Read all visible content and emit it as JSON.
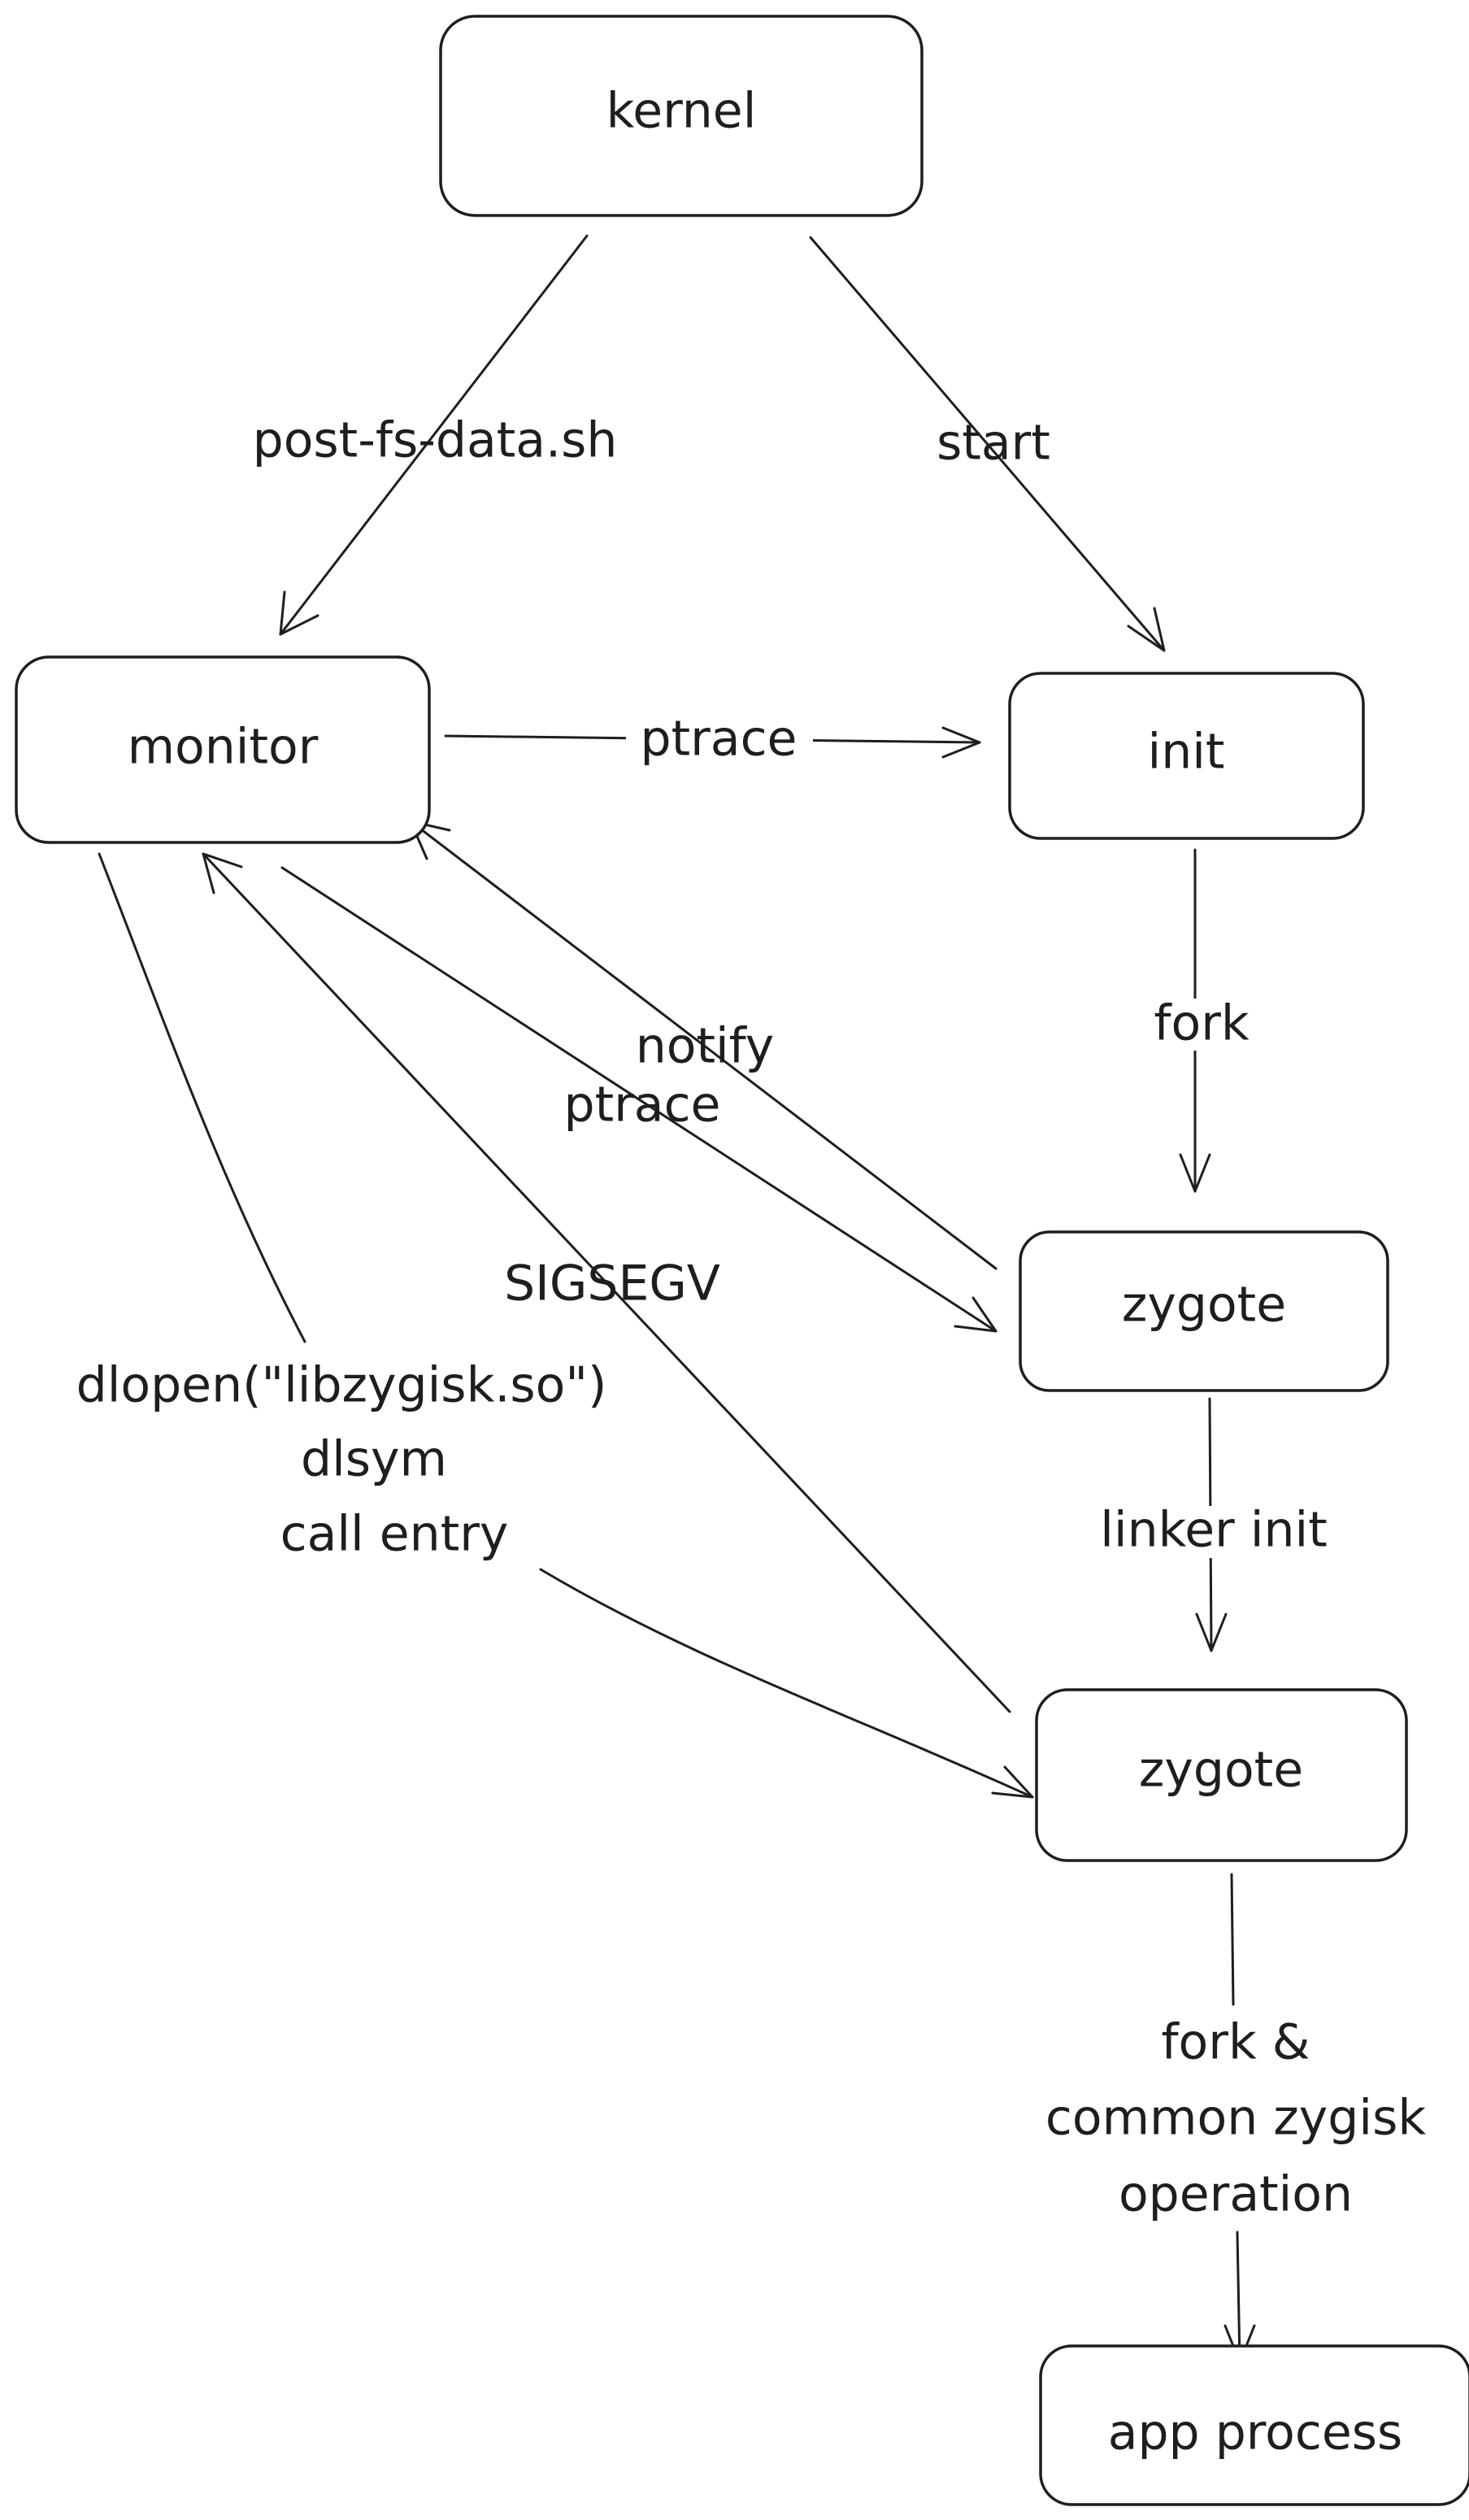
{
  "nodes": {
    "kernel": "kernel",
    "monitor": "monitor",
    "init": "init",
    "zygote_first": "zygote",
    "zygote_second": "zygote",
    "app_process": "app process"
  },
  "edges": {
    "post_fs_data": "post-fs-data.sh",
    "start": "start",
    "ptrace_init": "ptrace",
    "fork": "fork",
    "notify": "notify",
    "ptrace_zygote": "ptrace",
    "sigsegv": "SIGSEGV",
    "linker_init": "linker init",
    "dlopen": [
      "dlopen(\"libzygisk.so\")",
      "dlsym",
      "call entry"
    ],
    "fork_common": [
      "fork &",
      "common zygisk",
      "operation"
    ]
  }
}
